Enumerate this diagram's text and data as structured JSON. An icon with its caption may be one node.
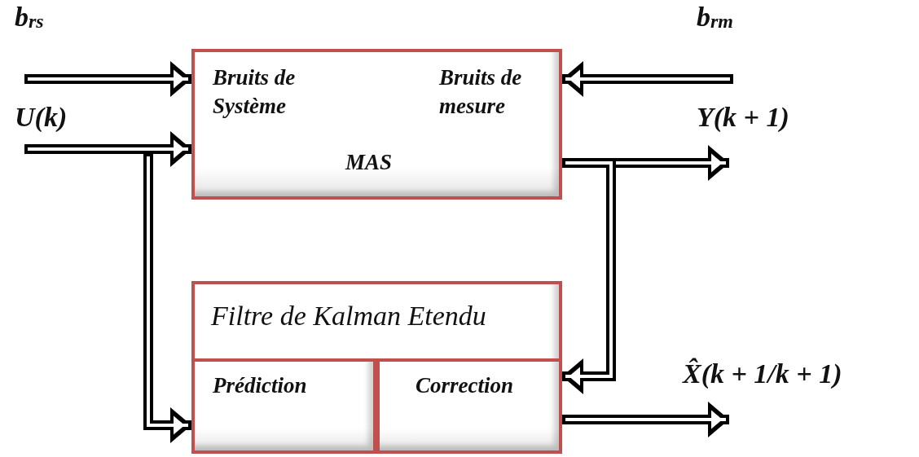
{
  "diagram": {
    "nodes": [
      {
        "text": [
          "Bruits de Système",
          "Bruits de mesure",
          "MAS"
        ]
      },
      {
        "text": [
          "Filtre de Kalman Etendu"
        ]
      },
      {
        "text": [
          "Prédiction"
        ],
        "in": 1
      },
      {
        "text": [
          "Correction"
        ],
        "in": 1
      }
    ],
    "edges": [
      {
        "from": null,
        "to": 0,
        "arrow": "to",
        "label": "b$_{rs}$"
      },
      {
        "from": null,
        "to": 0,
        "arrow": "to",
        "label": "U(k)"
      },
      {
        "from": null,
        "to": 0,
        "arrow": "to",
        "label": "b$_{rm}$"
      },
      {
        "from": 0,
        "to": null,
        "arrow": "to",
        "label": "Y(k + 1)"
      },
      {
        "from": null,
        "to": 2,
        "arrow": "to"
      },
      {
        "from": 0,
        "to": 3,
        "arrow": "to"
      },
      {
        "from": 3,
        "to": null,
        "arrow": "to",
        "label": "X̂(k + 1/k + 1)"
      }
    ]
  }
}
